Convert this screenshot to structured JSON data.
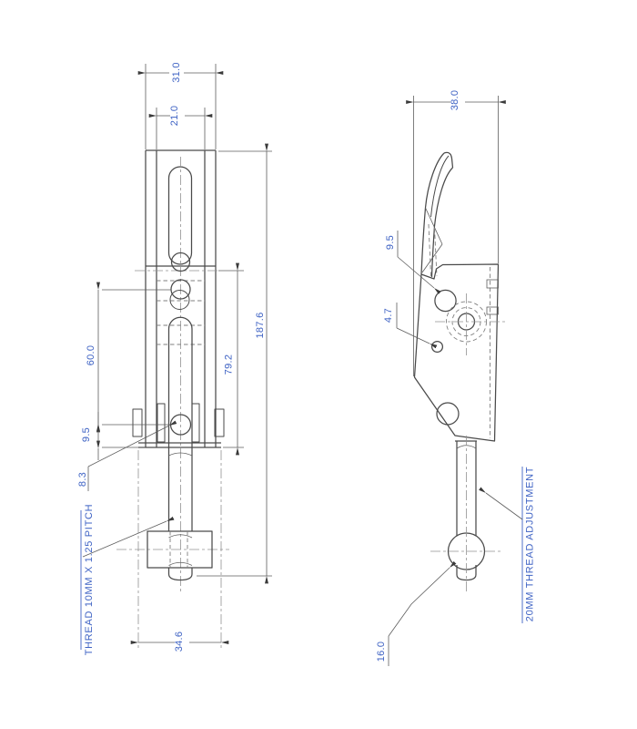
{
  "front_view": {
    "dim_width_outer": "31.0",
    "dim_width_inner": "21.0",
    "dim_overall_height": "187.6",
    "dim_link_height": "79.2",
    "dim_pivot_spacing": "60.0",
    "dim_pivot_to_base": "9.5",
    "dim_pin_hole": "8.3",
    "dim_base_width": "34.6",
    "note_thread": "THREAD 10MM X 1.25 PITCH"
  },
  "side_view": {
    "dim_width": "38.0",
    "dim_hole": "9.5",
    "dim_small_hole": "4.7",
    "dim_ball": "16.0",
    "note_adjustment": "20MM THREAD ADJUSTMENT"
  },
  "colors": {
    "dimension_text": "#3f63c4",
    "outline": "#4a4a4a",
    "centerline": "#929292",
    "background": "#ffffff"
  }
}
